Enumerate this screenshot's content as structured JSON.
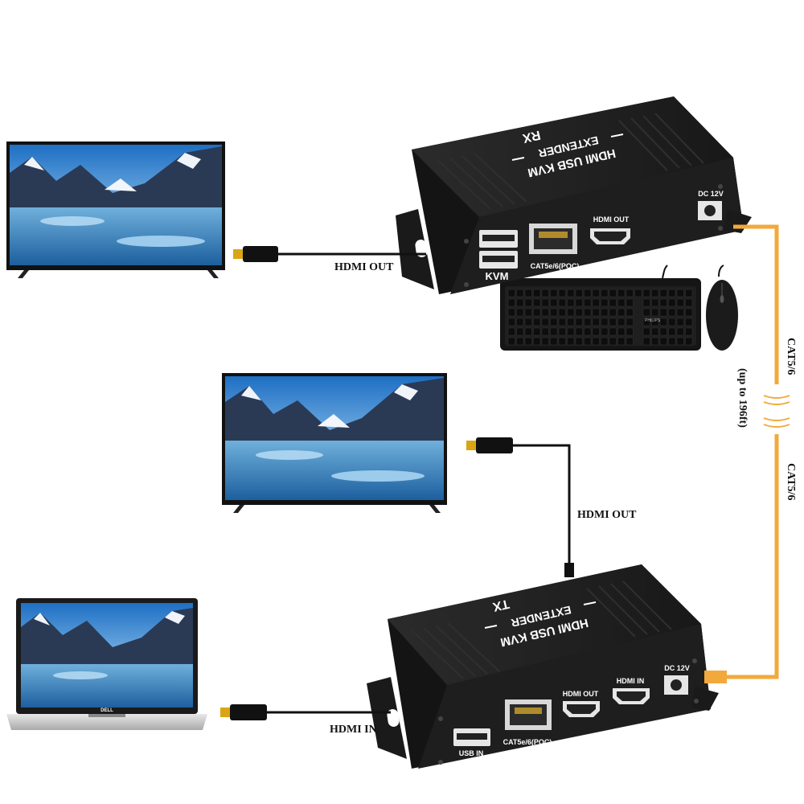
{
  "receiver": {
    "badge": "RX",
    "title_line1": "HDMI USB KVM",
    "title_line2": "EXTENDER",
    "ports": {
      "kvm": "KVM",
      "rj45": "CAT5e/6(POC)",
      "hdmi_out": "HDMI OUT",
      "dc": "DC 12V"
    }
  },
  "transmitter": {
    "badge": "TX",
    "title_line1": "HDMI USB KVM",
    "title_line2": "EXTENDER",
    "ports": {
      "usb_in": "USB IN",
      "rj45": "CAT5e/6(POC)",
      "hdmi_out": "HDMI OUT",
      "hdmi_in": "HDMI IN",
      "dc": "DC 12V"
    }
  },
  "labels": {
    "rx_hdmi_out": "HDMI OUT",
    "tx_hdmi_out": "HDMI OUT",
    "tx_hdmi_in": "HDMI IN",
    "cat_upper": "CAT5/6",
    "cat_lower": "CAT5/6",
    "distance": "(up to 196ft)"
  },
  "keyboard_brand": "PHILIPS",
  "laptop_brand": "DELL",
  "colors": {
    "device_body": "#1c1c1c",
    "cable_orange": "#f2a93b",
    "cable_black": "#111111",
    "connector_gold": "#d9a514"
  }
}
